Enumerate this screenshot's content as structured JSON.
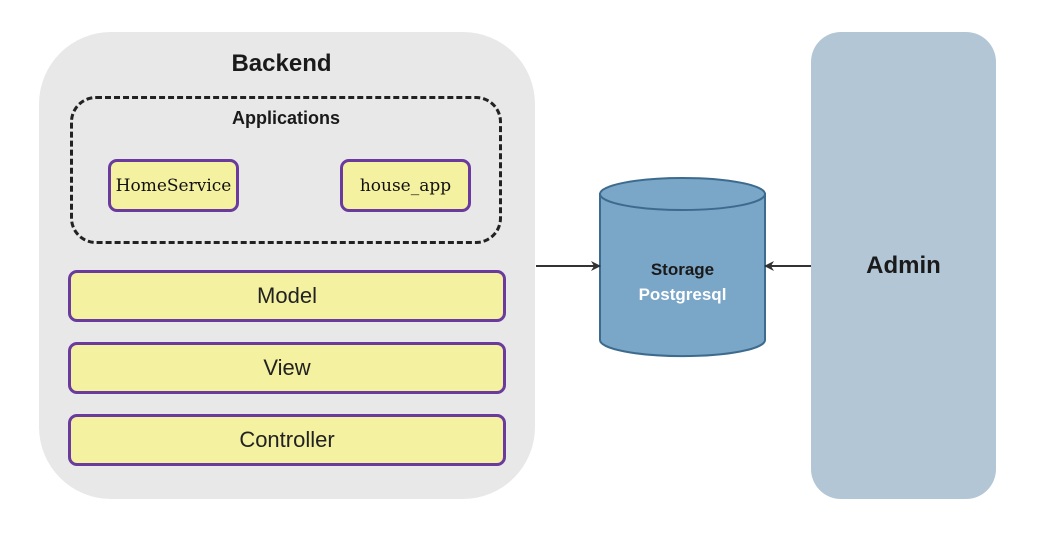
{
  "backend": {
    "title": "Backend",
    "applications": {
      "title": "Applications",
      "items": [
        "HomeService",
        "house_app"
      ]
    },
    "layers": [
      "Model",
      "View",
      "Controller"
    ]
  },
  "storage": {
    "title": "Storage",
    "database": "Postgresql"
  },
  "admin": {
    "title": "Admin"
  },
  "colors": {
    "backend_bg": "#e8e8e8",
    "box_fill": "#f4f1a0",
    "box_border": "#6b3a9e",
    "storage_fill": "#7aa6c8",
    "admin_bg": "#b3c6d6"
  }
}
